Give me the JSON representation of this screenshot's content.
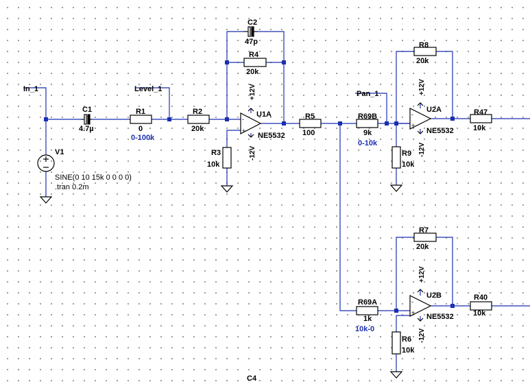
{
  "colors": {
    "wire": "#1a2fb0",
    "symbol": "#000000",
    "junction": "#1a2fb0",
    "background": "#ffffff"
  },
  "nets": {
    "in": "In_1",
    "level": "Level_1",
    "pan": "Pan_1"
  },
  "components": {
    "v1": {
      "name": "V1"
    },
    "c1": {
      "name": "C1",
      "value": "4.7µ"
    },
    "r1": {
      "name": "R1",
      "value": "0",
      "param": "0-100k"
    },
    "r2": {
      "name": "R2",
      "value": "20k"
    },
    "c2": {
      "name": "C2",
      "value": "47p"
    },
    "r4": {
      "name": "R4",
      "value": "20k"
    },
    "r3": {
      "name": "R3",
      "value": "10k"
    },
    "u1a": {
      "name": "U1A",
      "model": "NE5532",
      "vpos": "+12V",
      "vneg": "-12V"
    },
    "r5": {
      "name": "R5",
      "value": "100"
    },
    "r69b": {
      "name": "R69B",
      "value": "9k",
      "param": "0-10k"
    },
    "r8": {
      "name": "R8",
      "value": "20k"
    },
    "r9": {
      "name": "R9",
      "value": "10k"
    },
    "u2a": {
      "name": "U2A",
      "model": "NE5532",
      "vpos": "+12V",
      "vneg": "-12V"
    },
    "r47": {
      "name": "R47",
      "value": "10k"
    },
    "r7": {
      "name": "R7",
      "value": "20k"
    },
    "r69a": {
      "name": "R69A",
      "value": "1k",
      "param": "10k-0"
    },
    "r6": {
      "name": "R6",
      "value": "10k"
    },
    "u2b": {
      "name": "U2B",
      "model": "NE5532",
      "vpos": "+12V",
      "vneg": "-12V"
    },
    "r40": {
      "name": "R40",
      "value": "10k"
    },
    "c4": {
      "name": "C4"
    }
  },
  "directives": {
    "source": "SINE(0 10 15k 0 0 0 0)",
    "tran": ".tran 0.2m"
  },
  "pins": {
    "plus": "+",
    "minus": "-"
  }
}
